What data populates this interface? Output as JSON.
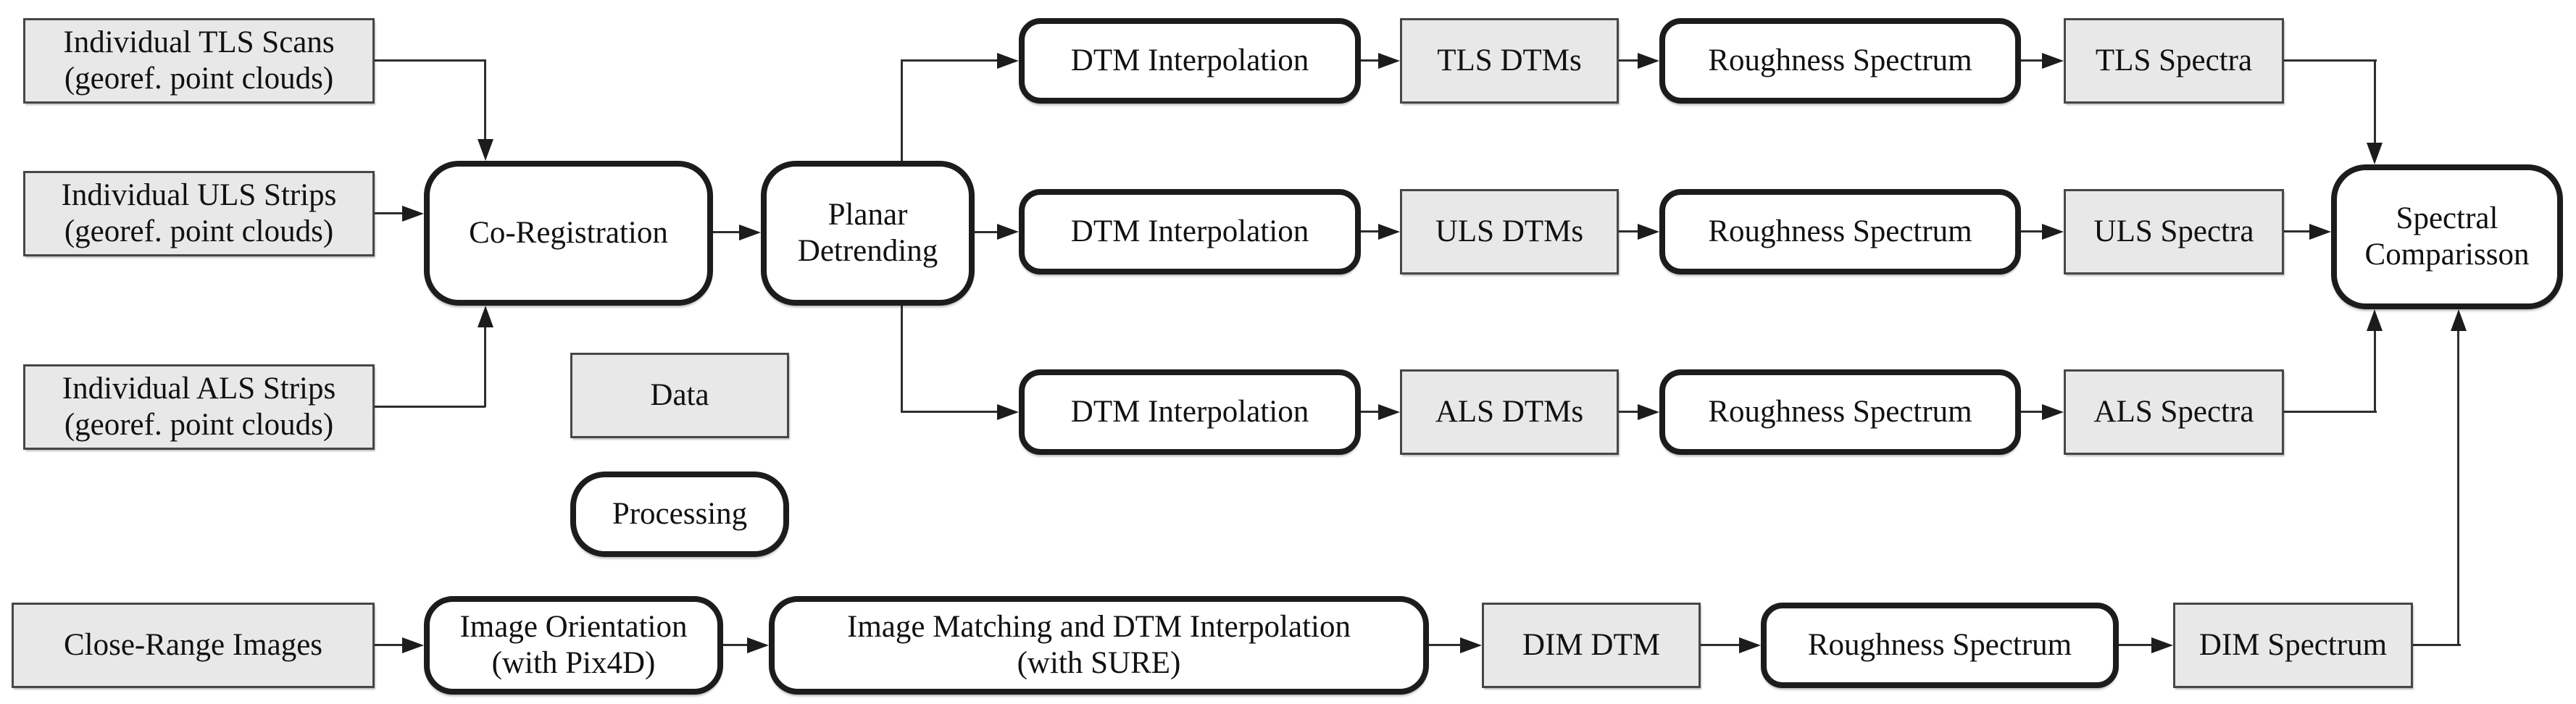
{
  "figure": {
    "type": "flowchart",
    "background": "#FFFFFF",
    "description": "Processing pipeline from TLS/ULS/ALS point clouds and close-range images to roughness spectra and spectral comparison"
  },
  "colors": {
    "data_box_fill": "#E8E8E8",
    "data_box_border": "#474747",
    "process_box_fill": "#FFFFFF",
    "process_box_border": "#1C1C1C",
    "connector_line": "#2E2E2E",
    "text": "#111111"
  },
  "legend": {
    "data": {
      "label": "Data",
      "style": "grey rectangle"
    },
    "processing": {
      "label": "Processing",
      "style": "white rounded rectangle"
    }
  },
  "nodes": {
    "tls_scans": {
      "label": "Individual TLS Scans\n(georef. point clouds)",
      "type": "data"
    },
    "uls_strips": {
      "label": "Individual ULS Strips\n(georef. point clouds)",
      "type": "data"
    },
    "als_strips": {
      "label": "Individual ALS Strips\n(georef. point clouds)",
      "type": "data"
    },
    "co_registration": {
      "label": "Co-Registration",
      "type": "processing"
    },
    "planar_detrending": {
      "label": "Planar\nDetrending",
      "type": "processing"
    },
    "dtm_interpolation_tls": {
      "label": "DTM Interpolation",
      "type": "processing"
    },
    "dtm_interpolation_uls": {
      "label": "DTM Interpolation",
      "type": "processing"
    },
    "dtm_interpolation_als": {
      "label": "DTM Interpolation",
      "type": "processing"
    },
    "tls_dtms": {
      "label": "TLS DTMs",
      "type": "data"
    },
    "uls_dtms": {
      "label": "ULS DTMs",
      "type": "data"
    },
    "als_dtms": {
      "label": "ALS DTMs",
      "type": "data"
    },
    "roughness_spectrum_tls": {
      "label": "Roughness Spectrum",
      "type": "processing"
    },
    "roughness_spectrum_uls": {
      "label": "Roughness Spectrum",
      "type": "processing"
    },
    "roughness_spectrum_als": {
      "label": "Roughness Spectrum",
      "type": "processing"
    },
    "roughness_spectrum_dim": {
      "label": "Roughness Spectrum",
      "type": "processing"
    },
    "tls_spectra": {
      "label": "TLS Spectra",
      "type": "data"
    },
    "uls_spectra": {
      "label": "ULS Spectra",
      "type": "data"
    },
    "als_spectra": {
      "label": "ALS Spectra",
      "type": "data"
    },
    "spectral_comparison": {
      "label": "Spectral\nComparisson",
      "type": "processing"
    },
    "close_range_images": {
      "label": "Close-Range Images",
      "type": "data"
    },
    "image_orientation": {
      "label": "Image Orientation\n(with Pix4D)",
      "type": "processing"
    },
    "image_matching": {
      "label": "Image Matching and DTM Interpolation\n(with SURE)",
      "type": "processing"
    },
    "dim_dtm": {
      "label": "DIM DTM",
      "type": "data"
    },
    "dim_spectrum": {
      "label": "DIM Spectrum",
      "type": "data"
    }
  }
}
